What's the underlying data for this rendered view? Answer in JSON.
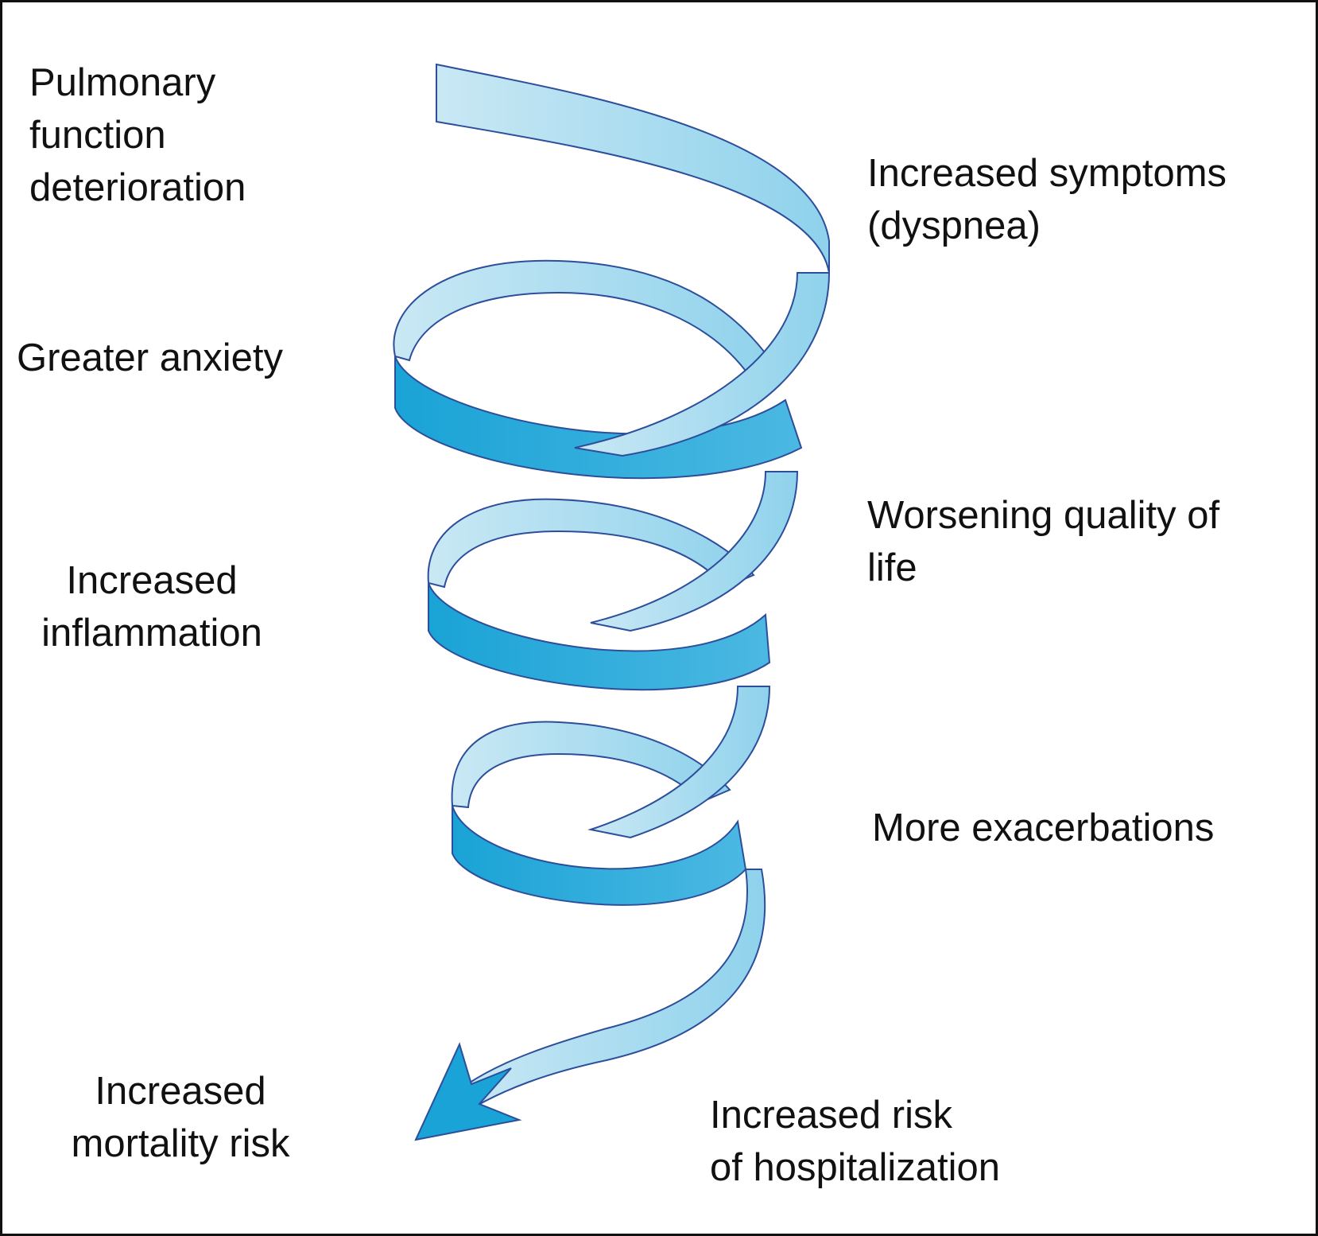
{
  "labels": {
    "pulmonary": [
      "Pulmonary",
      "function",
      "deterioration"
    ],
    "symptoms": [
      "Increased symptoms",
      "(dyspnea)"
    ],
    "anxiety": [
      "Greater anxiety"
    ],
    "quality": [
      "Worsening quality of",
      "life"
    ],
    "inflammation": [
      "Increased",
      "inflammation"
    ],
    "exacerbations": [
      "More exacerbations"
    ],
    "mortality": [
      "Increased",
      "mortality risk"
    ],
    "hospitalization": [
      "Increased risk",
      "of hospitalization"
    ]
  },
  "colors": {
    "ribbon_light": "#c9e8f4",
    "ribbon_mid": "#6cc4e6",
    "ribbon_dark": "#1aa3d6",
    "ribbon_edge": "#2d4e9a",
    "text": "#111111",
    "border": "#111111"
  }
}
